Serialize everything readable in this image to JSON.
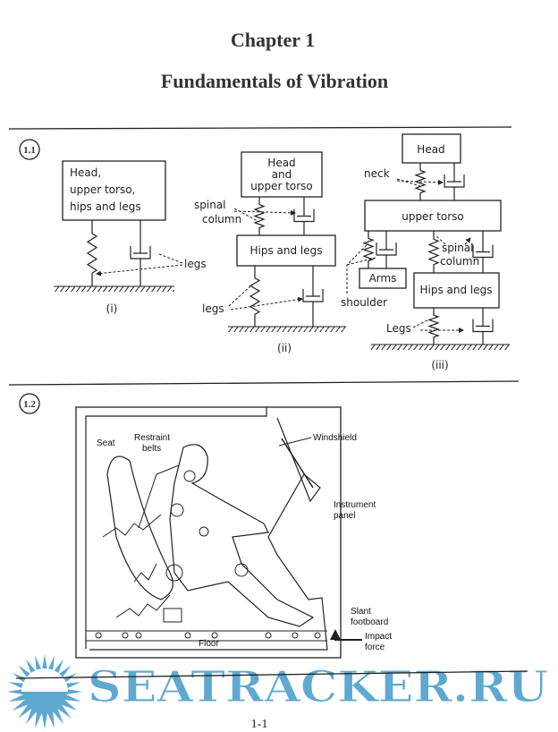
{
  "header": {
    "chapter": "Chapter 1",
    "title": "Fundamentals of Vibration"
  },
  "figure_1_1": {
    "number": "1.1",
    "model_i": {
      "box": [
        "Head,",
        "upper torso,",
        "hips and legs"
      ],
      "legs": "legs",
      "caption": "(i)"
    },
    "model_ii": {
      "top_box": [
        "Head",
        "and",
        "upper torso"
      ],
      "spinal": [
        "spinal",
        "column"
      ],
      "bottom_box": "Hips and legs",
      "legs": "legs",
      "caption": "(ii)"
    },
    "model_iii": {
      "head": "Head",
      "neck": "neck",
      "torso": "upper torso",
      "arms": "Arms",
      "shoulder": "shoulder",
      "spinal": [
        "spinal",
        "column"
      ],
      "hips": "Hips and legs",
      "legs": "Legs",
      "caption": "(iii)"
    }
  },
  "figure_1_2": {
    "number": "1.2",
    "labels": {
      "seat": "Seat",
      "restraint": [
        "Restraint",
        "belts"
      ],
      "windshield": "Windshield",
      "instrument": [
        "Instrument",
        "panel"
      ],
      "footboard": [
        "Slant",
        "footboard"
      ],
      "impact": [
        "Impact",
        "force"
      ],
      "floor": "Floor"
    }
  },
  "footer": {
    "page_number": "1-1"
  },
  "watermark": {
    "text": "SEATRACKER.RU",
    "color": "#5fa8d0"
  }
}
